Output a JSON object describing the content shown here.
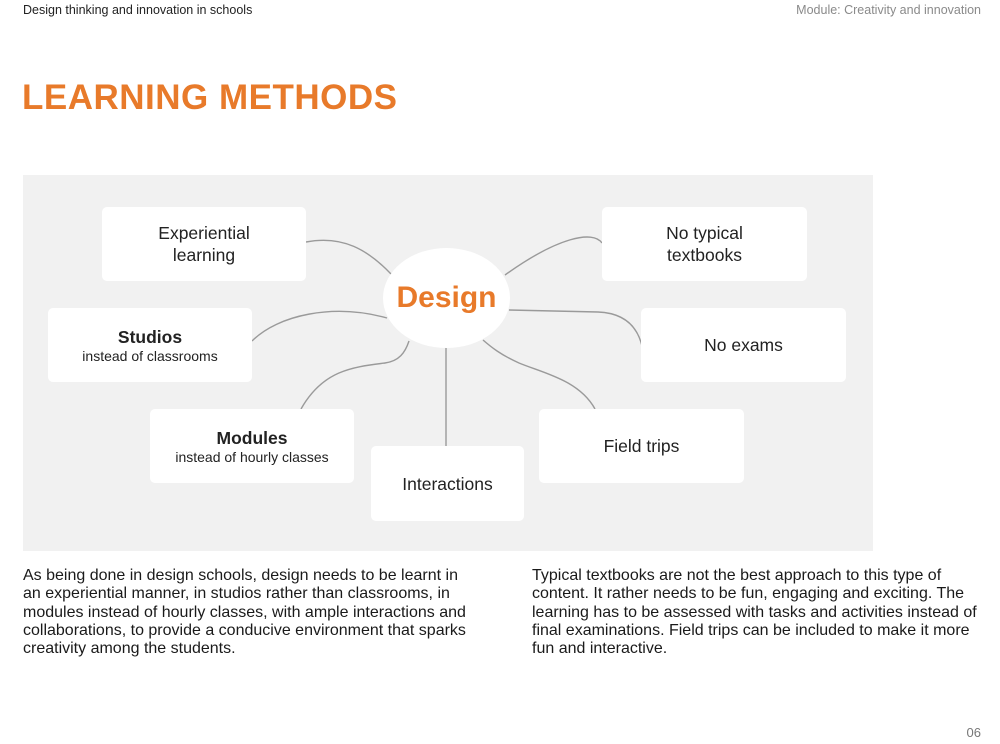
{
  "header": {
    "left": "Design thinking and innovation in schools",
    "right": "Module: Creativity and innovation"
  },
  "title": "LEARNING METHODS",
  "diagram": {
    "center": "Design",
    "nodes": {
      "experiential": {
        "main": "Experiential\nlearning"
      },
      "studios": {
        "main": "Studios",
        "sub": "instead of classrooms"
      },
      "modules": {
        "main": "Modules",
        "sub": "instead of hourly classes"
      },
      "interactions": {
        "main": "Interactions"
      },
      "field_trips": {
        "main": "Field trips"
      },
      "no_exams": {
        "main": "No exams"
      },
      "no_textbooks": {
        "main": "No typical\ntextbooks"
      }
    }
  },
  "paragraphs": {
    "left": "As being done in design schools, design needs to be learnt in an experiential manner, in studios rather than classrooms, in modules instead of hourly classes, with ample interactions and collaborations, to provide a conducive environment that sparks creativity among the students.",
    "right": "Typical textbooks are not the best approach to this type of content. It rather needs to be fun, engaging and exciting. The learning has to be assessed with tasks and activities instead of final examinations. Field trips can be included to make it more fun and interactive."
  },
  "page_number": "06",
  "colors": {
    "accent": "#e87a2a",
    "panel": "#f1f1f1",
    "connector": "#9a9a9a"
  }
}
